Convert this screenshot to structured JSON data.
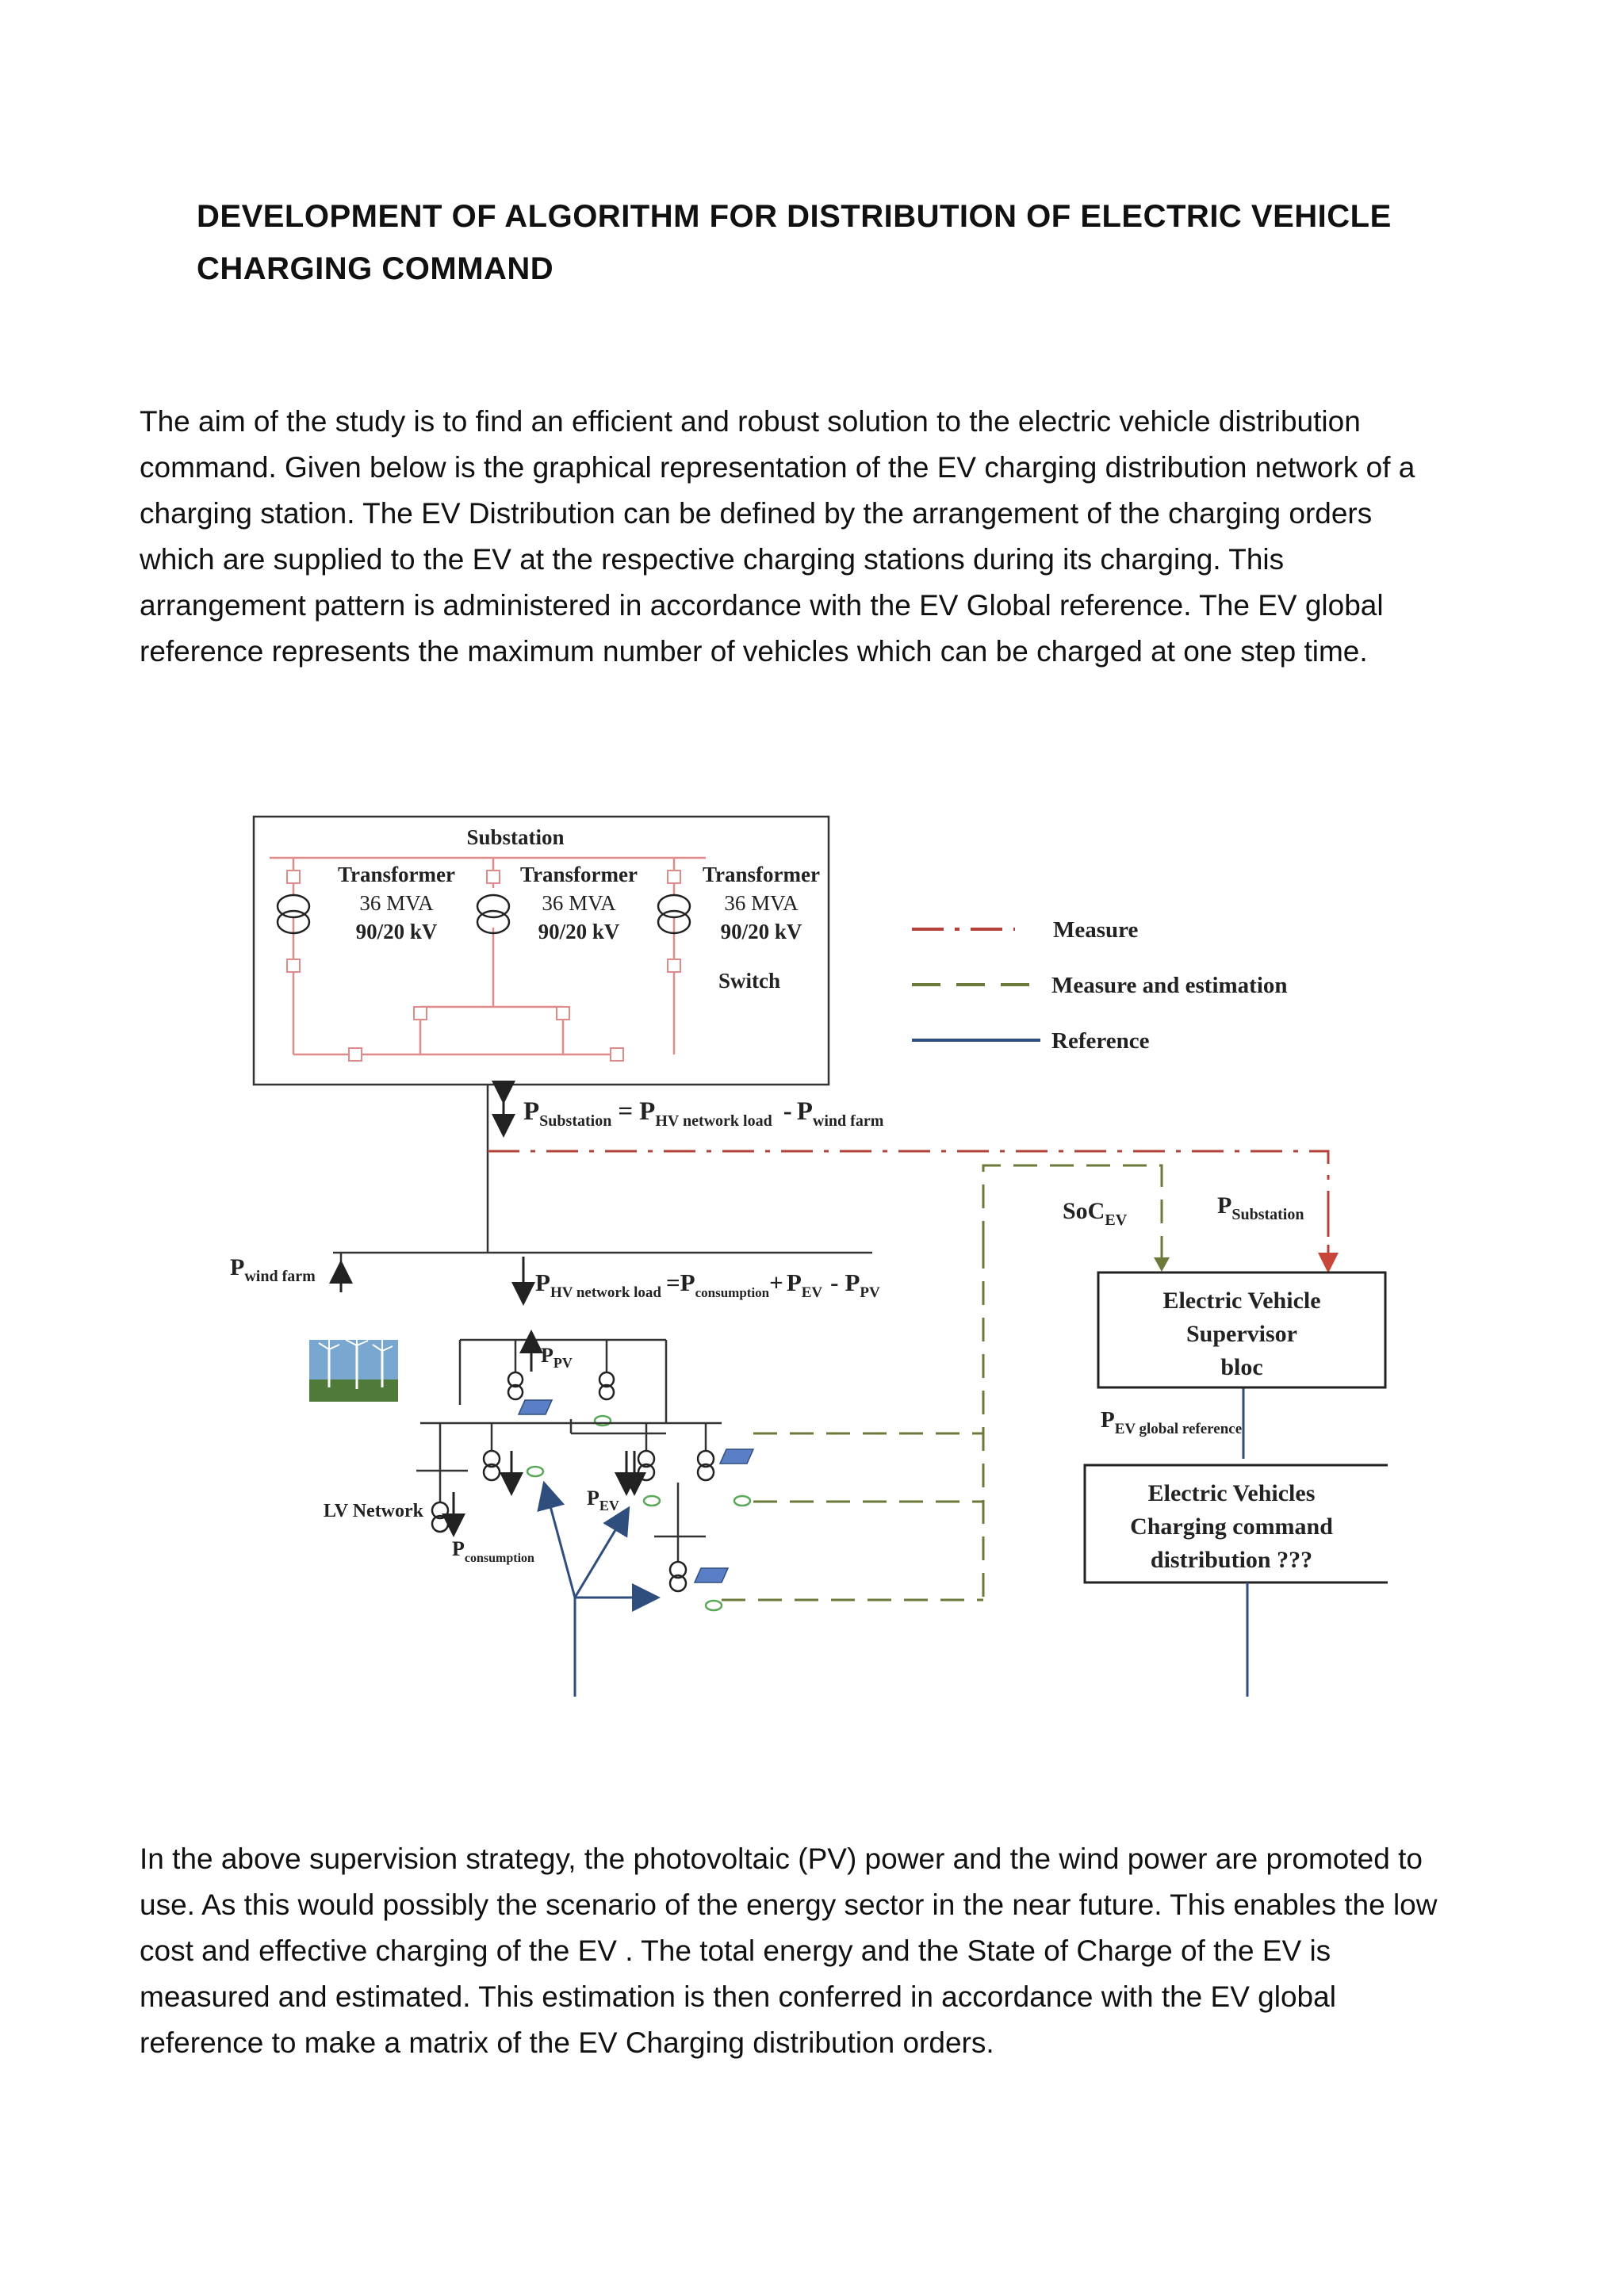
{
  "document": {
    "title": "DEVELOPMENT OF ALGORITHM FOR DISTRIBUTION OF ELECTRIC VEHICLE CHARGING COMMAND",
    "paragraph_1": "The aim of the study is to find an efficient and robust solution to the electric vehicle distribution command. Given below is the graphical representation of the EV charging distribution network of a charging station. The EV Distribution can be defined by the arrangement of the charging orders which are supplied to the EV at the respective charging stations during its charging. This arrangement pattern is administered in accordance with the EV Global reference. The EV global reference represents the maximum number of vehicles which can be charged at one step time.",
    "paragraph_2": "In the above supervision strategy, the photovoltaic (PV) power and the wind power are promoted to use. As this would possibly the scenario of the energy sector in the near future. This enables the low cost and effective charging of the EV . The total energy and the State of Charge of the EV is measured and estimated. This estimation is then conferred in accordance with the EV global reference to make a matrix of the EV Charging distribution orders."
  },
  "diagram": {
    "substation_label": "Substation",
    "transformers": [
      {
        "name": "Transformer",
        "rating": "36 MVA",
        "voltage": "90/20 kV"
      },
      {
        "name": "Transformer",
        "rating": "36 MVA",
        "voltage": "90/20 kV"
      },
      {
        "name": "Transformer",
        "rating": "36 MVA",
        "voltage": "90/20 kV"
      }
    ],
    "switch_label": "Switch",
    "legend": {
      "measure": "Measure",
      "measure_estimation": "Measure and estimation",
      "reference": "Reference"
    },
    "colors": {
      "measure": "#b5423a",
      "measure_estimation": "#6b7a3a",
      "reference": "#2f4e7e",
      "busbar": "#e08a8a"
    },
    "equations": {
      "p_substation": {
        "lhs": "P",
        "lhs_sub": "Substation",
        "eq": "=",
        "t1": "P",
        "t1_sub": "HV network load",
        "op": "-",
        "t2": "P",
        "t2_sub": "wind farm"
      },
      "p_hv": {
        "lhs": "P",
        "lhs_sub": "HV network load",
        "eq": "=",
        "t1": "P",
        "t1_sub": "consumption",
        "op1": "+",
        "t2": "P",
        "t2_sub": "EV",
        "op2": "-",
        "t3": "P",
        "t3_sub": "PV"
      }
    },
    "labels": {
      "p_wind": {
        "main": "P",
        "sub": "wind farm"
      },
      "p_pv": {
        "main": "P",
        "sub": "PV"
      },
      "p_ev": {
        "main": "P",
        "sub": "EV"
      },
      "p_consumption": {
        "main": "P",
        "sub": "consumption"
      },
      "lv_network": "LV Network",
      "soc": {
        "main": "SoC",
        "sub": "EV"
      },
      "p_substation_ref": {
        "main": "P",
        "sub": "Substation"
      },
      "p_ev_global": {
        "main": "P",
        "sub": "EV global reference"
      }
    },
    "supervisor_block": [
      "Electric Vehicle",
      "Supervisor",
      "bloc"
    ],
    "distribution_block": [
      "Electric Vehicles",
      "Charging command",
      "distribution ???"
    ]
  }
}
